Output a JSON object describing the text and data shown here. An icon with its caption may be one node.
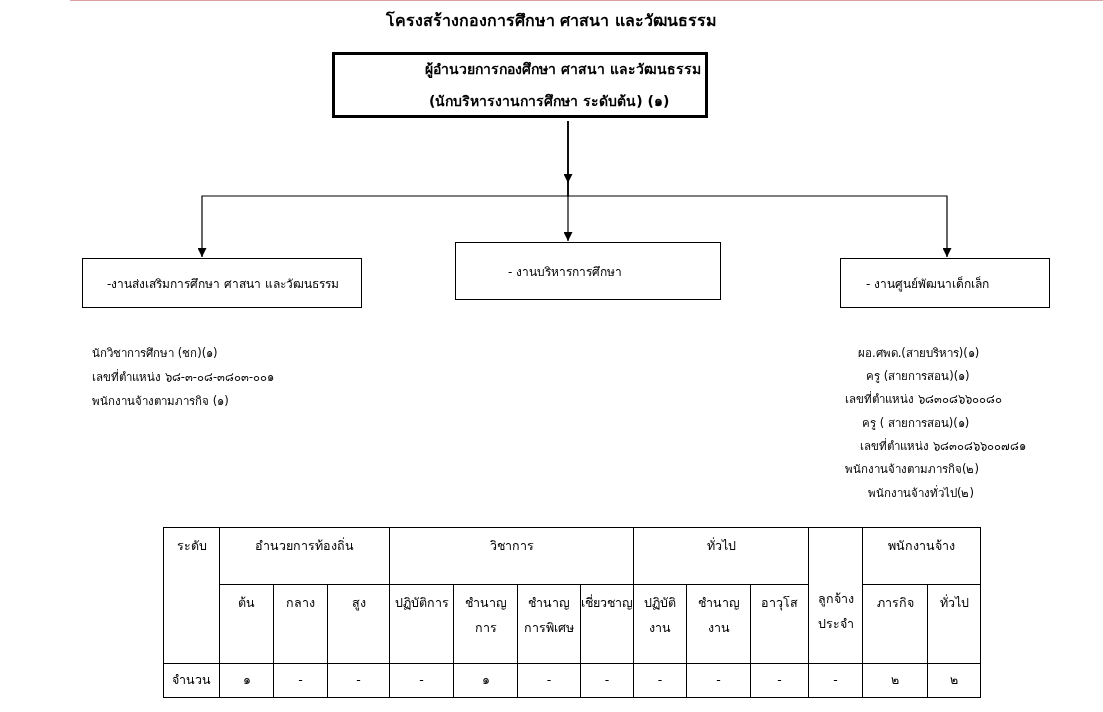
{
  "diagram": {
    "title": "โครงสร้างกองการศึกษา  ศาสนา  และวัฒนธรรม",
    "nodes": [
      {
        "text": [
          "ผู้อำนวยการกองศึกษา ศาสนา และวัฒนธรรม",
          "(นักบริหารงานการศึกษา ระดับต้น)  (๑)"
        ]
      },
      {
        "text": [
          "-งานส่งเสริมการศึกษา ศาสนา และวัฒนธรรม"
        ]
      },
      {
        "text": [
          "-  งานบริหารการศึกษา"
        ]
      },
      {
        "text": [
          "- งานศูนย์พัฒนาเด็กเล็ก"
        ]
      }
    ],
    "edges": [
      {
        "from": 0,
        "to": 1,
        "arrow": "to"
      },
      {
        "from": 0,
        "to": 2,
        "arrow": "to"
      },
      {
        "from": 0,
        "to": 3,
        "arrow": "to"
      }
    ],
    "labels": [
      "นักวิชาการศึกษา        (ชก)(๑)",
      "เลขที่ตำแหน่ง ๖๘-๓-๐๘-๓๘๐๓-๐๐๑",
      "พนักงานจ้างตามภารกิจ (๑)",
      "ผอ.ศพด.(สายบริหาร)(๑)",
      "ครู (สายการสอน)(๑)",
      "เลขที่ตำแหน่ง ๖๘๓๐๘๖๖๐๐๘๐",
      "ครู ( สายการสอน)(๑)",
      "เลขที่ตำแหน่ง ๖๘๓๐๘๖๖๐๐๗๘๑",
      "พนักงานจ้างตามภารกิจ(๒)",
      "พนักงานจ้างทั่วไป(๒)",
      "ระดับ",
      "อำนวยการท้องถิ่น",
      "วิชาการ",
      "ทั่วไป",
      "ลูกจ้างประจำ",
      "พนักงานจ้าง",
      "ต้น",
      "กลาง",
      "สูง",
      "ปฏิบัติการ",
      "ชำนาญการ",
      "ชำนาญการพิเศษ",
      "เชี่ยวชาญ",
      "ปฏิบัติงาน",
      "ชำนาญงาน",
      "อาวุโส",
      "ภารกิจ",
      "ทั่วไป",
      "จำนวน",
      "๑",
      "-",
      "-",
      "-",
      "๑",
      "-",
      "-",
      "-",
      "-",
      "-",
      "-",
      "๒",
      "๒"
    ]
  }
}
